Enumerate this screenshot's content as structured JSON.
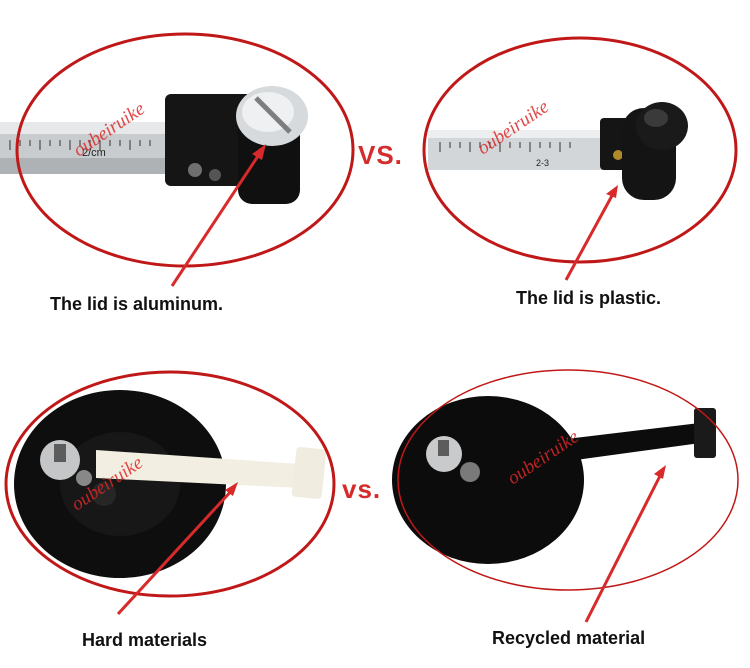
{
  "watermark": "oubeiruike",
  "vs_label": "VS.",
  "vs_label_bottom": "vs.",
  "captions": {
    "top_left": "The lid is aluminum.",
    "top_right": "The lid is plastic.",
    "bottom_left": "Hard materials",
    "bottom_right": "Recycled material"
  },
  "ruler_marks": {
    "top_left_unit": "2/cm",
    "top_right_unit": "2-3"
  },
  "colors": {
    "ellipse_red": "#c01818",
    "arrow_red": "#d82a2a",
    "vs_red": "#d52b2b",
    "black_part": "#151515",
    "ruler_silver": "#c9ccce",
    "nylon_white": "#f2efe2",
    "recycled_black": "#0c0c0c"
  }
}
